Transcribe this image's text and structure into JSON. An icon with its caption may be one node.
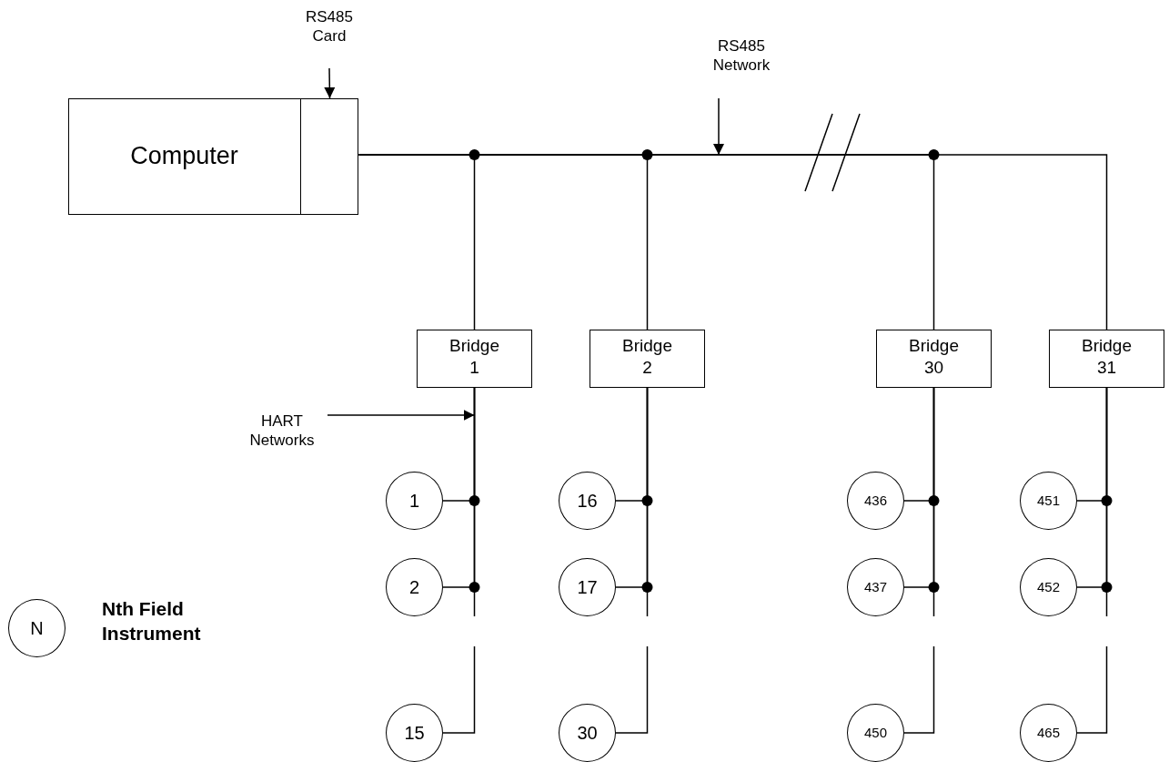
{
  "diagram": {
    "nodes": [
      {
        "text": [
          "Computer"
        ]
      },
      {
        "text": [],
        "shape": "box",
        "in": 0
      },
      {
        "text": [
          "RS485 Card"
        ]
      },
      {
        "text": [
          "RS485 Network"
        ]
      },
      {
        "text": [
          "Bridge 1"
        ]
      },
      {
        "text": [
          "Bridge 2"
        ]
      },
      {
        "text": [
          "Bridge 30"
        ]
      },
      {
        "text": [
          "Bridge 31"
        ]
      },
      {
        "text": [
          "HART Networks"
        ]
      },
      {
        "text": [
          "1"
        ]
      },
      {
        "text": [
          "16"
        ]
      },
      {
        "text": [
          "436"
        ]
      },
      {
        "text": [
          "451"
        ]
      },
      {
        "text": [
          "2"
        ]
      },
      {
        "text": [
          "17"
        ]
      },
      {
        "text": [
          "437"
        ]
      },
      {
        "text": [
          "452"
        ]
      },
      {
        "text": [
          "N"
        ],
        "beside": [
          "Nth Field Instrument"
        ]
      },
      {
        "text": [
          "15"
        ]
      },
      {
        "text": [
          "30"
        ]
      },
      {
        "text": [
          "450"
        ]
      },
      {
        "text": [
          "465"
        ]
      }
    ],
    "edges": [
      {
        "from": 2,
        "to": 1,
        "arrow": "to"
      },
      {
        "from": 3,
        "to": null,
        "arrow": "to"
      },
      {
        "from": 8,
        "to": 4,
        "arrow": "to"
      },
      {
        "from": 1,
        "to": 4,
        "arrow": "none"
      },
      {
        "from": 1,
        "to": 5,
        "arrow": "none"
      },
      {
        "from": 1,
        "to": 6,
        "arrow": "none"
      },
      {
        "from": 1,
        "to": 7,
        "arrow": "none"
      },
      {
        "from": 9,
        "to": 4,
        "arrow": "none"
      },
      {
        "from": 13,
        "to": 4,
        "arrow": "none"
      },
      {
        "from": 18,
        "to": 4,
        "arrow": "none",
        "style": "dashed"
      },
      {
        "from": 10,
        "to": 5,
        "arrow": "none"
      },
      {
        "from": 14,
        "to": 5,
        "arrow": "none"
      },
      {
        "from": 19,
        "to": 5,
        "arrow": "none",
        "style": "dashed"
      },
      {
        "from": 11,
        "to": 6,
        "arrow": "none"
      },
      {
        "from": 15,
        "to": 6,
        "arrow": "none"
      },
      {
        "from": 20,
        "to": 6,
        "arrow": "none",
        "style": "dashed"
      },
      {
        "from": 12,
        "to": 7,
        "arrow": "none"
      },
      {
        "from": 16,
        "to": 7,
        "arrow": "none"
      },
      {
        "from": 21,
        "to": 7,
        "arrow": "none",
        "style": "dashed"
      }
    ]
  }
}
